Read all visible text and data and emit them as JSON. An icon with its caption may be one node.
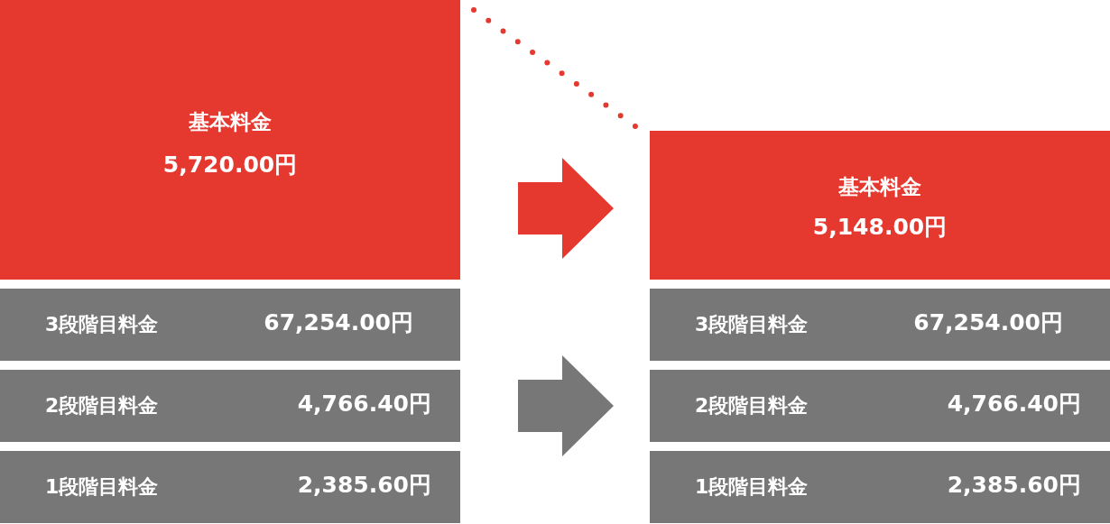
{
  "diagram": {
    "nodes": [
      {
        "text": [
          "基本料金",
          "5,720.00円"
        ]
      },
      {
        "text": [
          "3段階目料金",
          "67,254.00円"
        ]
      },
      {
        "text": [
          "2段階目料金",
          "4,766.40円"
        ]
      },
      {
        "text": [
          "1段階目料金",
          "2,385.60円"
        ]
      },
      {
        "text": [
          "基本料金",
          "5,148.00円"
        ]
      },
      {
        "text": [
          "3段階目料金",
          "67,254.00円"
        ]
      },
      {
        "text": [
          "2段階目料金",
          "4,766.40円"
        ]
      },
      {
        "text": [
          "1段階目料金",
          "2,385.60円"
        ]
      }
    ],
    "edges": [
      {
        "from": 0,
        "to": 4,
        "arrow": "none",
        "style": "dashed",
        "color": "#e5382f"
      },
      {
        "from": 0,
        "to": 4,
        "arrow": "to",
        "color": "#e5382f"
      },
      {
        "from": 2,
        "to": 6,
        "arrow": "to",
        "color": "#777777"
      }
    ]
  }
}
